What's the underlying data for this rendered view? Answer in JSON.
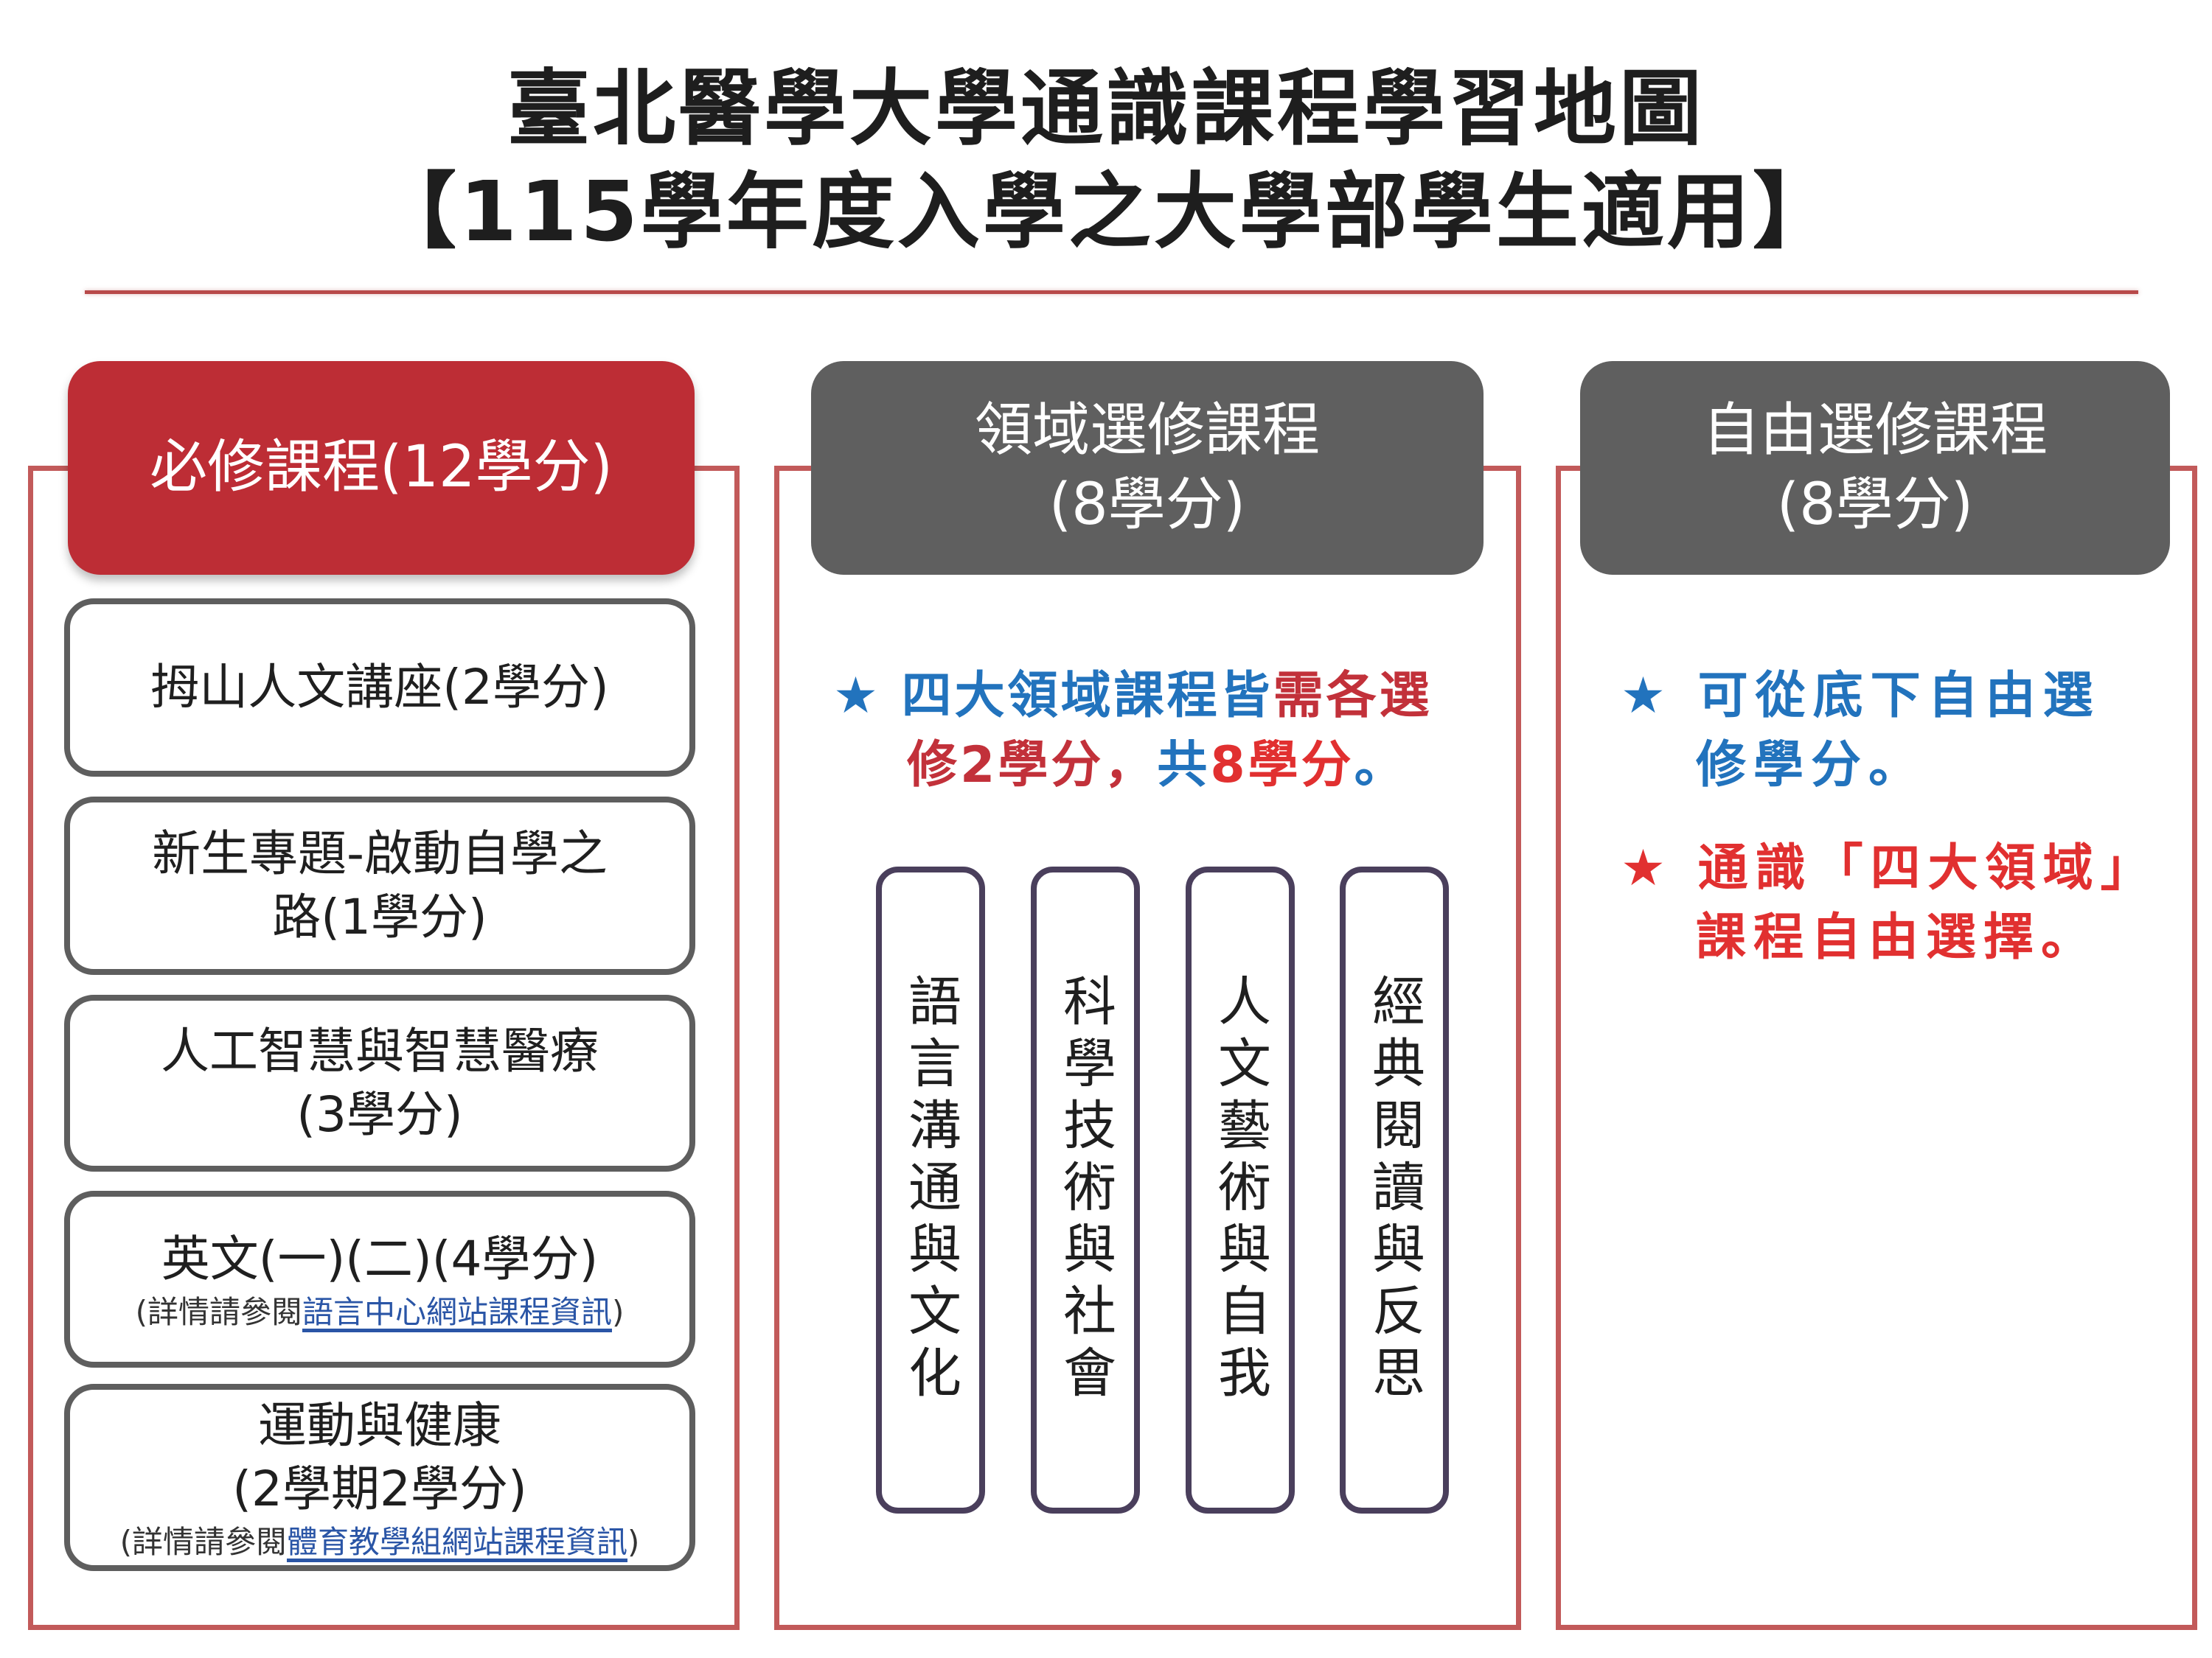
{
  "header": {
    "title_line1": "臺北醫學大學通識課程學習地圖",
    "title_line2": "【115學年度入學之大學部學生適用】"
  },
  "colors": {
    "required_header": "#bd2d35",
    "elective_header": "#5f5f5f",
    "frame_border": "#c25a5a",
    "blue_text": "#2273bd",
    "red_text": "#c2313a",
    "link": "#2a55a6"
  },
  "required": {
    "header": "必修課程(12學分)",
    "courses": [
      {
        "title": "拇山人文講座(2學分)"
      },
      {
        "title_line1": "新生專題-啟動自學之",
        "title_line2": "路(1學分)"
      },
      {
        "title_line1": "人工智慧與智慧醫療",
        "title_line2": "(3學分)"
      },
      {
        "title": "英文(一)(二)(4學分)",
        "note_prefix": "(詳情請參閱",
        "note_link": "語言中心網站課程資訊",
        "note_suffix": ")"
      },
      {
        "title_line1": "運動與健康",
        "title_line2": "(2學期2學分)",
        "note_prefix": "(詳情請參閱",
        "note_link": "體育教學組網站課程資訊",
        "note_suffix": ")"
      }
    ]
  },
  "domain_elective": {
    "header_line1": "領域選修課程",
    "header_line2": "(8學分)",
    "star": "★",
    "note_parts": {
      "p1": "四大領域課程皆",
      "p2": "需各選",
      "p3": "修2學分，",
      "p4": "共",
      "p5": "8學分",
      "p6": "。"
    },
    "domains": [
      "語言溝通與文化",
      "科學技術與社會",
      "人文藝術與自我",
      "經典閱讀與反思"
    ]
  },
  "free_elective": {
    "header_line1": "自由選修課程",
    "header_line2": "(8學分)",
    "star": "★",
    "note1_line1": "可從底下自由選",
    "note1_line2": "修學分。",
    "note2_line1": "通識「四大領域」",
    "note2_line2": "課程自由選擇。"
  }
}
